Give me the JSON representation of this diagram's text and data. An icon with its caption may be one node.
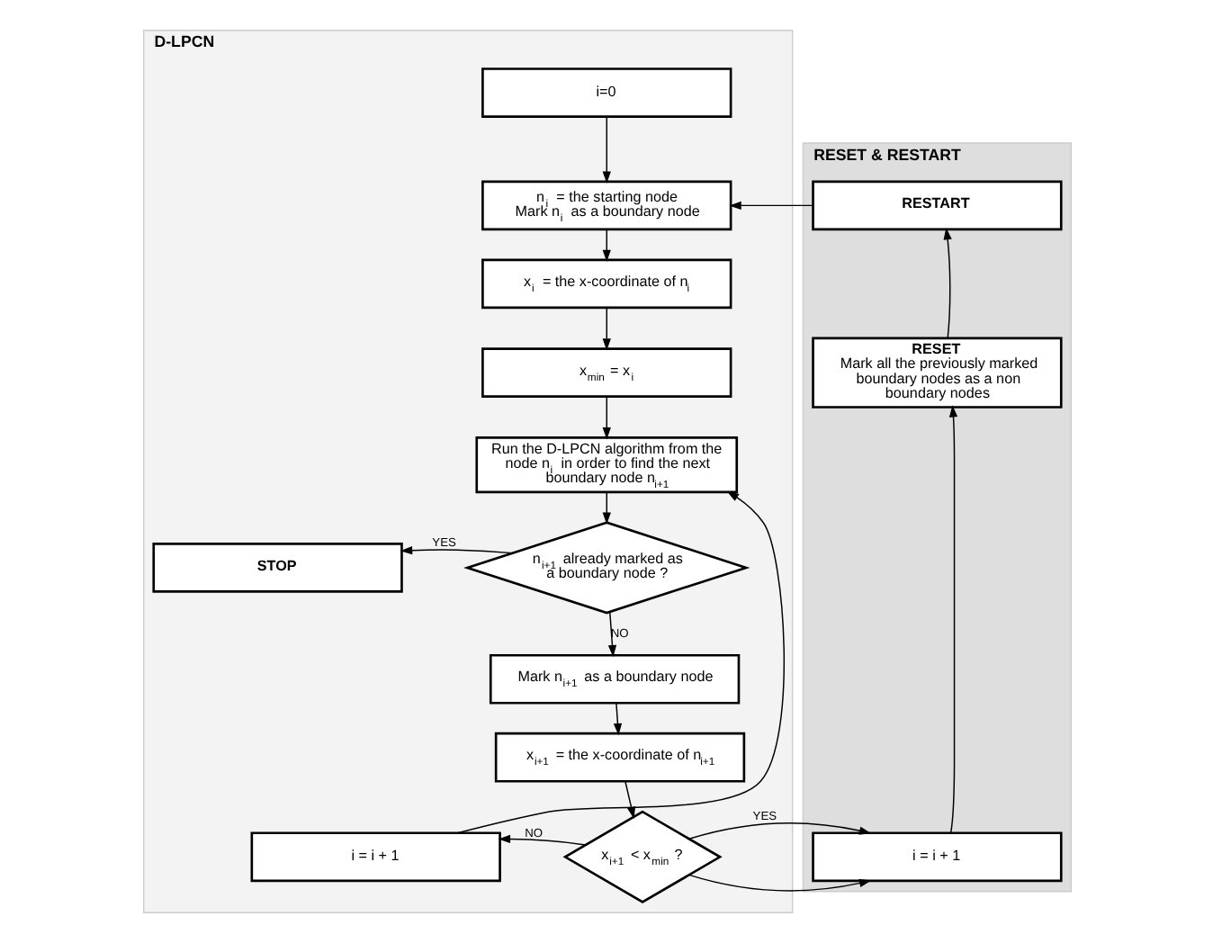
{
  "diagram": {
    "nodes": [
      {
        "text": [
          "D-LPCN"
        ]
      },
      {
        "text": [
          "RESET & RESTART"
        ]
      },
      {
        "text": [
          "i=0"
        ],
        "in": 0
      },
      {
        "text": [
          "n$_{i}$ = the starting node",
          "Mark n$_{i}$ as a boundary node"
        ],
        "in": 0
      },
      {
        "text": [
          "x$_{i}$ = the x-coordinate of n$_{i}$"
        ],
        "in": 0
      },
      {
        "text": [
          "x$_{min}$ = x$_{i}$"
        ],
        "in": 0
      },
      {
        "text": [
          "Run the D-LPCN algorithm from the node n$_{i}$ in order to find the next boundary node n$_{i+1}$"
        ],
        "in": 0
      },
      {
        "text": [
          "n$_{i+1}$ already marked as a boundary node ?"
        ],
        "in": 0
      },
      {
        "text": [
          "STOP"
        ],
        "in": 0
      },
      {
        "text": [
          "Mark n$_{i+1}$ as a boundary node"
        ],
        "in": 0
      },
      {
        "text": [
          "x$_{i+1}$ = the x-coordinate of n$_{i+1}$"
        ],
        "in": 0
      },
      {
        "text": [
          "x$_{i+1}$ < x$_{min}$ ?"
        ],
        "in": 0
      },
      {
        "text": [
          "i = i + 1"
        ],
        "in": 0
      },
      {
        "text": [
          "i = i + 1"
        ],
        "in": 1
      },
      {
        "text": [
          "RESET",
          "Mark all the previously marked boundary nodes as a non boundary nodes"
        ],
        "in": 1
      },
      {
        "text": [
          "RESTART"
        ],
        "in": 1
      }
    ],
    "edges": [
      {
        "from": 2,
        "to": 3,
        "arrow": "to"
      },
      {
        "from": 3,
        "to": 4,
        "arrow": "to"
      },
      {
        "from": 4,
        "to": 5,
        "arrow": "to"
      },
      {
        "from": 5,
        "to": 6,
        "arrow": "to"
      },
      {
        "from": 6,
        "to": 7,
        "arrow": "to"
      },
      {
        "from": 7,
        "to": 8,
        "arrow": "to",
        "label": "YES"
      },
      {
        "from": 7,
        "to": 9,
        "arrow": "to",
        "label": "NO"
      },
      {
        "from": 9,
        "to": 10,
        "arrow": "to"
      },
      {
        "from": 10,
        "to": 11,
        "arrow": "to"
      },
      {
        "from": 11,
        "to": 12,
        "arrow": "to",
        "label": "NO"
      },
      {
        "from": 11,
        "to": 13,
        "arrow": "to",
        "label": "YES"
      },
      {
        "from": 13,
        "to": 14,
        "arrow": "to"
      },
      {
        "from": 14,
        "to": 15,
        "arrow": "to"
      },
      {
        "from": 15,
        "to": 3,
        "arrow": "to"
      },
      {
        "from": 12,
        "to": 6,
        "arrow": "to"
      }
    ]
  }
}
